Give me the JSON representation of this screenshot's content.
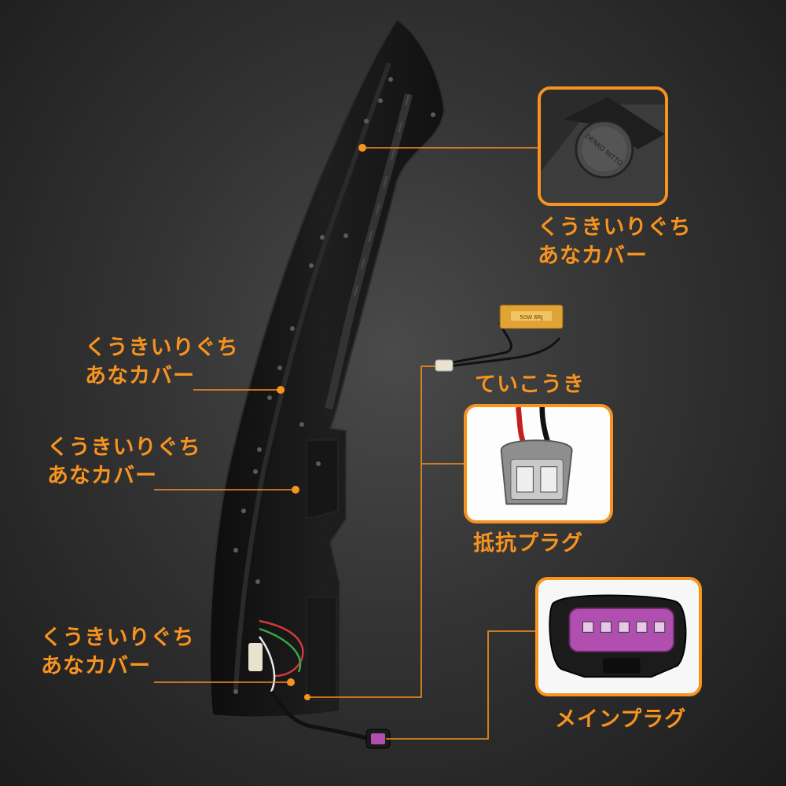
{
  "callouts": {
    "top_right": {
      "line1": "くうきいりぐち",
      "line2": "あなカバー"
    },
    "left_upper": {
      "line1": "くうきいりぐち",
      "line2": "あなカバー"
    },
    "left_middle": {
      "line1": "くうきいりぐち",
      "line2": "あなカバー"
    },
    "left_lower": {
      "line1": "くうきいりぐち",
      "line2": "あなカバー"
    }
  },
  "components": {
    "resistor_label": "ていこうき",
    "resistor_plug_label": "抵抗プラグ",
    "main_plug_label": "メインプラグ",
    "cap_text": "DENKO NITTO",
    "resistor_marking": "50W 6RJ"
  },
  "colors": {
    "accent": "#f7931e",
    "connector_pink": "#b04fb0"
  }
}
